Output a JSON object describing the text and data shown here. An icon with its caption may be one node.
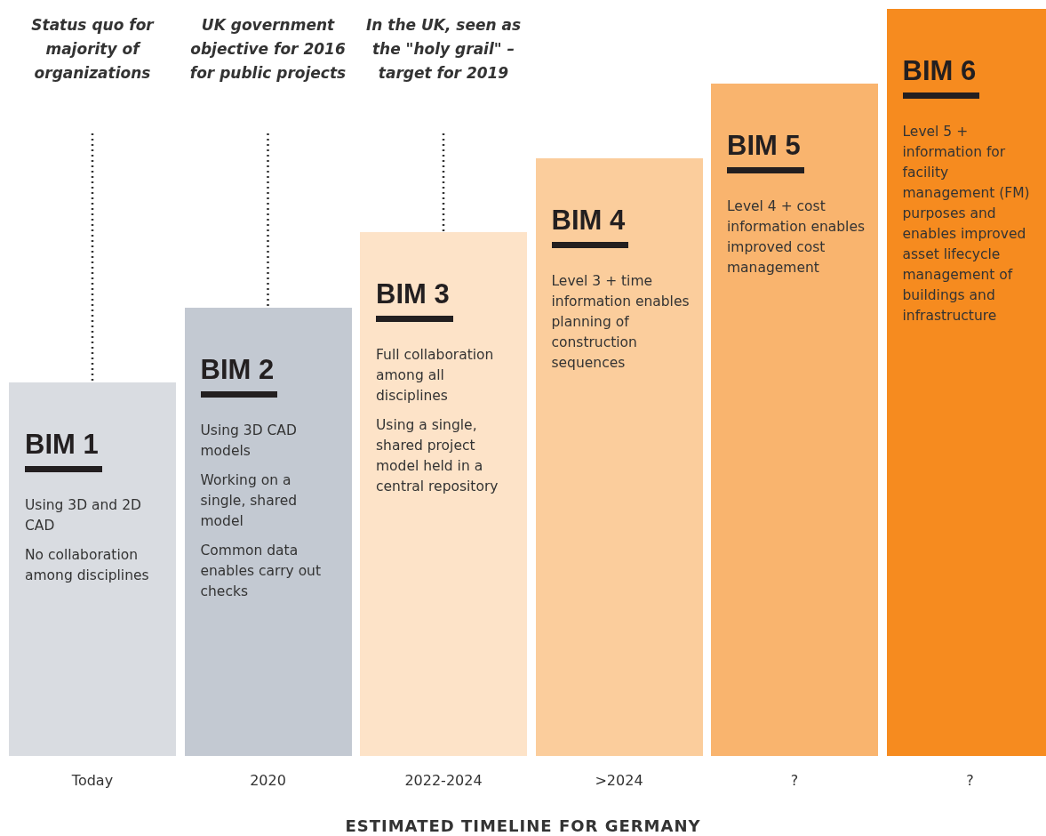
{
  "diagram": {
    "caption": "ESTIMATED TIMELINE FOR GERMANY",
    "nodes": [
      {
        "text": [
          "Status quo for majority of organizations"
        ]
      },
      {
        "text": [
          "UK government objective for 2016 for public projects"
        ]
      },
      {
        "text": [
          "In the UK, seen as the \"holy grail\" – target for 2019"
        ]
      },
      {
        "text": [
          "BIM 1",
          "Using 3D and 2D CAD",
          "No collaboration among disciplines"
        ],
        "beside": [
          "Today"
        ]
      },
      {
        "text": [
          "BIM 2",
          "Using 3D CAD models",
          "Working on a single, shared model",
          "Common data enables carry out checks"
        ],
        "beside": [
          "2020"
        ]
      },
      {
        "text": [
          "BIM 3",
          "Full collaboration among all disciplines",
          "Using a single, shared project model held in a central repository"
        ],
        "beside": [
          "2022-2024"
        ]
      },
      {
        "text": [
          "BIM 4",
          "Level 3 + time information enables planning of construction sequences"
        ],
        "beside": [
          ">2024"
        ]
      },
      {
        "text": [
          "BIM 5",
          "Level 4 + cost information enables improved cost management"
        ],
        "beside": [
          "?"
        ]
      },
      {
        "text": [
          "BIM 6",
          "Level 5 + information for facility management (FM) purposes and enables improved asset lifecycle management of buildings and infrastructure"
        ],
        "beside": [
          "?"
        ]
      }
    ],
    "edges": [
      {
        "from": 0,
        "to": 3,
        "arrow": "none",
        "style": "dashed"
      },
      {
        "from": 1,
        "to": 4,
        "arrow": "none",
        "style": "dashed"
      },
      {
        "from": 2,
        "to": 5,
        "arrow": "none",
        "style": "dashed"
      }
    ]
  }
}
